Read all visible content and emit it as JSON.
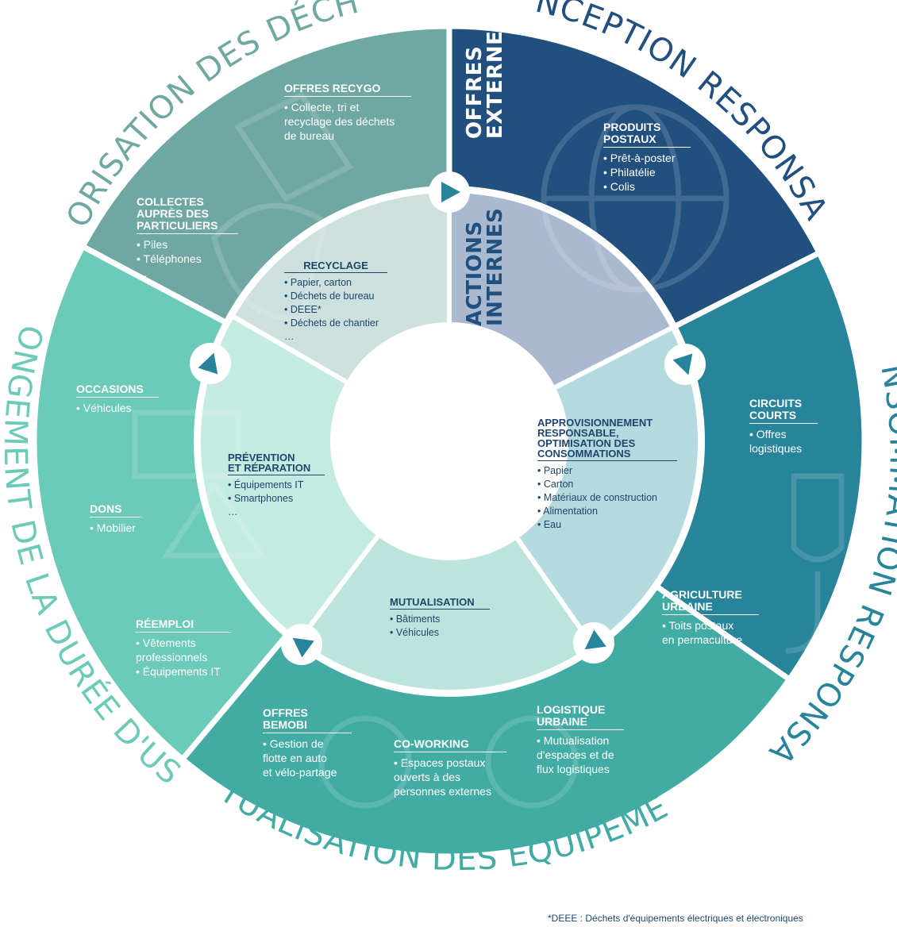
{
  "outer_titles": {
    "valorisation": "VALORISATION DES DÉCHETS",
    "conception": "CONCEPTION RESPONSABLE",
    "consommation": "CONSOMMATION RESPONSABLE",
    "mutualisation": "MUTUALISATION DES ÉQUIPEMENTS",
    "allongement": "ALLONGEMENT DE LA DURÉE D'USAGE"
  },
  "side_labels": {
    "externes": [
      "OFFRES",
      "EXTERNES"
    ],
    "internes": [
      "ACTIONS",
      "INTERNES"
    ]
  },
  "outer_blocks": [
    {
      "id": "recygo",
      "title": "OFFRES RECYGO",
      "items": [
        "• Collecte, tri et\nrecyclage des déchets\nde bureau"
      ]
    },
    {
      "id": "collectes",
      "title": "COLLECTES\nAUPRÈS DES\nPARTICULIERS",
      "items": [
        "• Piles",
        "• Téléphones",
        "…"
      ]
    },
    {
      "id": "produits",
      "title": "PRODUITS\nPOSTAUX",
      "items": [
        "• Prêt-à-poster",
        "• Philatélie",
        "• Colis"
      ]
    },
    {
      "id": "circuits",
      "title": "CIRCUITS\nCOURTS",
      "items": [
        "• Offres\nlogistiques"
      ]
    },
    {
      "id": "agriculture",
      "title": "AGRICULTURE\nURBAINE",
      "items": [
        "• Toits postaux\nen permaculture"
      ]
    },
    {
      "id": "logistique",
      "title": "LOGISTIQUE\nURBAINE",
      "items": [
        "• Mutualisation\nd'espaces et de\nflux logistiques"
      ]
    },
    {
      "id": "coworking",
      "title": "CO-WORKING",
      "items": [
        "• Espaces postaux\nouverts à des\npersonnes externes"
      ]
    },
    {
      "id": "bemobi",
      "title": "OFFRES\nBEMOBI",
      "items": [
        "• Gestion de\nflotte en auto\net vélo-partage"
      ]
    },
    {
      "id": "reemploi",
      "title": "RÉEMPLOI",
      "items": [
        "• Vêtements\nprofessionnels",
        "• Équipements IT"
      ]
    },
    {
      "id": "dons",
      "title": "DONS",
      "items": [
        "• Mobilier"
      ]
    },
    {
      "id": "occasions",
      "title": "OCCASIONS",
      "items": [
        "• Véhicules"
      ]
    }
  ],
  "inner_blocks": [
    {
      "id": "recyclage",
      "title": "RECYCLAGE",
      "items": [
        "• Papier, carton",
        "• Déchets de bureau",
        "• DEEE*",
        "• Déchets de chantier",
        "…"
      ]
    },
    {
      "id": "approvisionnement",
      "title": "APPROVISIONNEMENT\nRESPONSABLE,\nOPTIMISATION DES\nCONSOMMATIONS",
      "items": [
        "• Papier",
        "• Carton",
        "• Matériaux de construction",
        "• Alimentation",
        "• Eau"
      ]
    },
    {
      "id": "mutualisation",
      "title": "MUTUALISATION",
      "items": [
        "• Bâtiments",
        "• Véhicules"
      ]
    },
    {
      "id": "prevention",
      "title": "PRÉVENTION\nET RÉPARATION",
      "items": [
        "• Équipements IT",
        "• Smartphones",
        "…"
      ]
    }
  ],
  "footnote": "*DEEE : Déchets d'équipements électriques et électroniques",
  "colors": {
    "valorisation": "#6fa8a2",
    "conception": "#21507f",
    "consommation": "#28849a",
    "mutualisation": "#42aca4",
    "allongement": "#6ccab8",
    "inner_recyclage": "#cce0de",
    "inner_actions": "#a9b9cf",
    "inner_appro": "#b4d9df",
    "inner_mutualisation": "#bde3dd",
    "inner_prevention": "#c3ebe2",
    "text_dark": "#21466e"
  }
}
